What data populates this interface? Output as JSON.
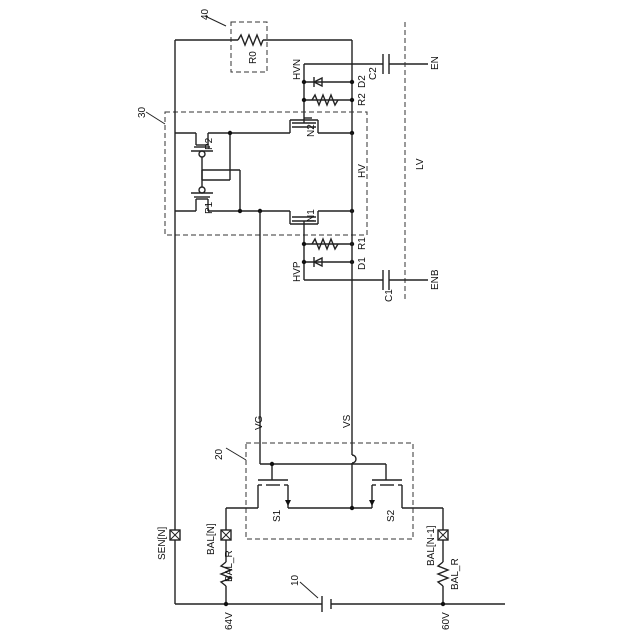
{
  "labels": {
    "block_40": "40",
    "block_30": "30",
    "block_20": "20",
    "block_10": "10",
    "r0": "R0",
    "hvn": "HVN",
    "d2": "D2",
    "r2": "R2",
    "c2": "C2",
    "en": "EN",
    "p2": "P2",
    "p1": "P1",
    "n2": "N2",
    "n1": "N1",
    "hv": "HV",
    "lv": "LV",
    "r1": "R1",
    "d1": "D1",
    "hvp": "HVP",
    "c1": "C1",
    "enb": "ENB",
    "vg": "VG",
    "vs": "VS",
    "s1": "S1",
    "s2": "S2",
    "sen": "SEN[N]",
    "bal_n": "BAL[N]",
    "bal_n1": "BAL[N-1]",
    "bal_r_left": "BAL_R",
    "bal_r_right": "BAL_R",
    "v64": "64V",
    "v60": "60V"
  }
}
